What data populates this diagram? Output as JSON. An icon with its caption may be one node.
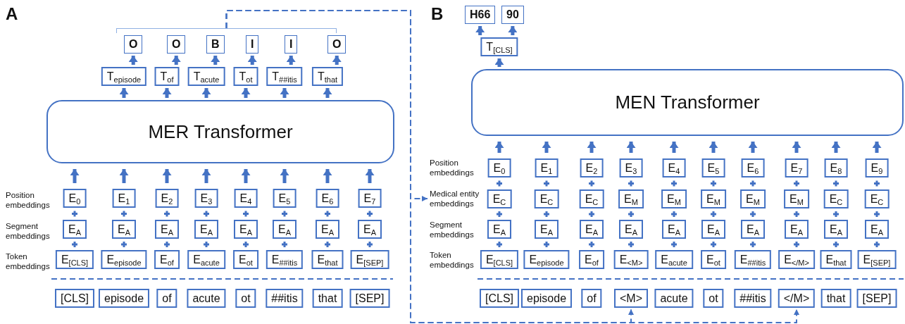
{
  "diagram": {
    "nodes": [
      {
        "text": [],
        "shape": "bracket"
      },
      {
        "text": [
          "O"
        ]
      },
      {
        "text": [
          "O"
        ]
      },
      {
        "text": [
          "B"
        ]
      },
      {
        "text": [
          "I"
        ]
      },
      {
        "text": [
          "I"
        ]
      },
      {
        "text": [
          "O"
        ]
      },
      {
        "text": [
          "T$_{episode}$"
        ]
      },
      {
        "text": [
          "T$_{of}$"
        ]
      },
      {
        "text": [
          "T$_{acute}$"
        ]
      },
      {
        "text": [
          "T$_{ot}$"
        ]
      },
      {
        "text": [
          "T$_{##itis}$"
        ]
      },
      {
        "text": [
          "T$_{that}$"
        ]
      },
      {
        "text": [
          "MER Transformer"
        ]
      },
      {
        "text": [
          "E$_{0}$"
        ]
      },
      {
        "text": [
          "E$_{1}$"
        ]
      },
      {
        "text": [
          "E$_{2}$"
        ]
      },
      {
        "text": [
          "E$_{3}$"
        ]
      },
      {
        "text": [
          "E$_{4}$"
        ]
      },
      {
        "text": [
          "E$_{5}$"
        ]
      },
      {
        "text": [
          "E$_{6}$"
        ]
      },
      {
        "text": [
          "E$_{7}$"
        ]
      },
      {
        "text": [
          "E$_{A}$"
        ]
      },
      {
        "text": [
          "E$_{A}$"
        ]
      },
      {
        "text": [
          "E$_{A}$"
        ]
      },
      {
        "text": [
          "E$_{A}$"
        ]
      },
      {
        "text": [
          "E$_{A}$"
        ]
      },
      {
        "text": [
          "E$_{A}$"
        ]
      },
      {
        "text": [
          "E$_{A}$"
        ]
      },
      {
        "text": [
          "E$_{A}$"
        ]
      },
      {
        "text": [
          "E$_{[CLS]}$"
        ]
      },
      {
        "text": [
          "E$_{episode}$"
        ]
      },
      {
        "text": [
          "E$_{of}$"
        ]
      },
      {
        "text": [
          "E$_{acute}$"
        ]
      },
      {
        "text": [
          "E$_{ot}$"
        ]
      },
      {
        "text": [
          "E$_{##itis}$"
        ]
      },
      {
        "text": [
          "E$_{that}$"
        ]
      },
      {
        "text": [
          "E$_{[SEP]}$"
        ]
      },
      {
        "text": [
          "[CLS]"
        ]
      },
      {
        "text": [
          "episode"
        ]
      },
      {
        "text": [
          "of"
        ]
      },
      {
        "text": [
          "acute"
        ]
      },
      {
        "text": [
          "ot"
        ]
      },
      {
        "text": [
          "##itis"
        ]
      },
      {
        "text": [
          "that"
        ]
      },
      {
        "text": [
          "[SEP]"
        ]
      },
      {
        "text": [
          "H66"
        ]
      },
      {
        "text": [
          "90"
        ]
      },
      {
        "text": [
          "T$_{[CLS]}$"
        ]
      },
      {
        "text": [
          "MEN Transformer"
        ]
      },
      {
        "text": [
          "Medical entity embeddings"
        ]
      },
      {
        "text": [
          "E$_{0}$"
        ]
      },
      {
        "text": [
          "E$_{1}$"
        ]
      },
      {
        "text": [
          "E$_{2}$"
        ]
      },
      {
        "text": [
          "E$_{3}$"
        ]
      },
      {
        "text": [
          "E$_{4}$"
        ]
      },
      {
        "text": [
          "E$_{5}$"
        ]
      },
      {
        "text": [
          "E$_{6}$"
        ]
      },
      {
        "text": [
          "E$_{7}$"
        ]
      },
      {
        "text": [
          "E$_{8}$"
        ]
      },
      {
        "text": [
          "E$_{9}$"
        ]
      },
      {
        "text": [
          "E$_{C}$"
        ]
      },
      {
        "text": [
          "E$_{C}$"
        ]
      },
      {
        "text": [
          "E$_{C}$"
        ]
      },
      {
        "text": [
          "E$_{M}$"
        ]
      },
      {
        "text": [
          "E$_{M}$"
        ]
      },
      {
        "text": [
          "E$_{M}$"
        ]
      },
      {
        "text": [
          "E$_{M}$"
        ]
      },
      {
        "text": [
          "E$_{M}$"
        ]
      },
      {
        "text": [
          "E$_{C}$"
        ]
      },
      {
        "text": [
          "E$_{C}$"
        ]
      },
      {
        "text": [
          "E$_{A}$"
        ]
      },
      {
        "text": [
          "E$_{A}$"
        ]
      },
      {
        "text": [
          "E$_{A}$"
        ]
      },
      {
        "text": [
          "E$_{A}$"
        ]
      },
      {
        "text": [
          "E$_{A}$"
        ]
      },
      {
        "text": [
          "E$_{A}$"
        ]
      },
      {
        "text": [
          "E$_{A}$"
        ]
      },
      {
        "text": [
          "E$_{A}$"
        ]
      },
      {
        "text": [
          "E$_{A}$"
        ]
      },
      {
        "text": [
          "E$_{A}$"
        ]
      },
      {
        "text": [
          "E$_{[CLS]}$"
        ]
      },
      {
        "text": [
          "E$_{episode}$"
        ]
      },
      {
        "text": [
          "E$_{of}$"
        ]
      },
      {
        "text": [
          "E$_{<M>}$"
        ]
      },
      {
        "text": [
          "E$_{acute}$"
        ]
      },
      {
        "text": [
          "E$_{ot}$"
        ]
      },
      {
        "text": [
          "E$_{##itis}$"
        ]
      },
      {
        "text": [
          "E$_{</M>}$"
        ]
      },
      {
        "text": [
          "E$_{that}$"
        ]
      },
      {
        "text": [
          "E$_{[SEP]}$"
        ]
      },
      {
        "text": [
          "[CLS]"
        ]
      },
      {
        "text": [
          "episode"
        ]
      },
      {
        "text": [
          "of"
        ]
      },
      {
        "text": [
          "<M>"
        ]
      },
      {
        "text": [
          "acute"
        ]
      },
      {
        "text": [
          "ot"
        ]
      },
      {
        "text": [
          "##itis"
        ]
      },
      {
        "text": [
          "</M>"
        ]
      },
      {
        "text": [
          "that"
        ]
      },
      {
        "text": [
          "[SEP]"
        ]
      }
    ],
    "edges": [
      {
        "from": 7,
        "to": 1,
        "arrow": "to"
      },
      {
        "from": 8,
        "to": 2,
        "arrow": "to"
      },
      {
        "from": 9,
        "to": 3,
        "arrow": "to"
      },
      {
        "from": 10,
        "to": 4,
        "arrow": "to"
      },
      {
        "from": 11,
        "to": 5,
        "arrow": "to"
      },
      {
        "from": 12,
        "to": 6,
        "arrow": "to"
      },
      {
        "from": 13,
        "to": 7,
        "arrow": "to"
      },
      {
        "from": 13,
        "to": 8,
        "arrow": "to"
      },
      {
        "from": 13,
        "to": 9,
        "arrow": "to"
      },
      {
        "from": 13,
        "to": 10,
        "arrow": "to"
      },
      {
        "from": 13,
        "to": 11,
        "arrow": "to"
      },
      {
        "from": 13,
        "to": 12,
        "arrow": "to"
      },
      {
        "from": 14,
        "to": 13,
        "arrow": "to"
      },
      {
        "from": 15,
        "to": 13,
        "arrow": "to"
      },
      {
        "from": 16,
        "to": 13,
        "arrow": "to"
      },
      {
        "from": 17,
        "to": 13,
        "arrow": "to"
      },
      {
        "from": 18,
        "to": 13,
        "arrow": "to"
      },
      {
        "from": 19,
        "to": 13,
        "arrow": "to"
      },
      {
        "from": 20,
        "to": 13,
        "arrow": "to"
      },
      {
        "from": 21,
        "to": 13,
        "arrow": "to"
      },
      {
        "from": 48,
        "to": 46,
        "arrow": "to"
      },
      {
        "from": 48,
        "to": 47,
        "arrow": "to"
      },
      {
        "from": 49,
        "to": 48,
        "arrow": "to"
      },
      {
        "from": 51,
        "to": 49,
        "arrow": "to"
      },
      {
        "from": 52,
        "to": 49,
        "arrow": "to"
      },
      {
        "from": 53,
        "to": 49,
        "arrow": "to"
      },
      {
        "from": 54,
        "to": 49,
        "arrow": "to"
      },
      {
        "from": 55,
        "to": 49,
        "arrow": "to"
      },
      {
        "from": 56,
        "to": 49,
        "arrow": "to"
      },
      {
        "from": 57,
        "to": 49,
        "arrow": "to"
      },
      {
        "from": 58,
        "to": 49,
        "arrow": "to"
      },
      {
        "from": 59,
        "to": 49,
        "arrow": "to"
      },
      {
        "from": 60,
        "to": 49,
        "arrow": "to"
      },
      {
        "from": 0,
        "to": 50,
        "arrow": "to",
        "style": "dashed"
      },
      {
        "from": 0,
        "to": 94,
        "arrow": "to",
        "style": "dashed"
      },
      {
        "from": 0,
        "to": 98,
        "arrow": "to",
        "style": "dashed"
      }
    ],
    "labels": [
      "A",
      "Position embeddings",
      "Segment embeddings",
      "Token embeddings",
      "B",
      "Position embeddings",
      "Segment embeddings",
      "Token embeddings"
    ]
  }
}
